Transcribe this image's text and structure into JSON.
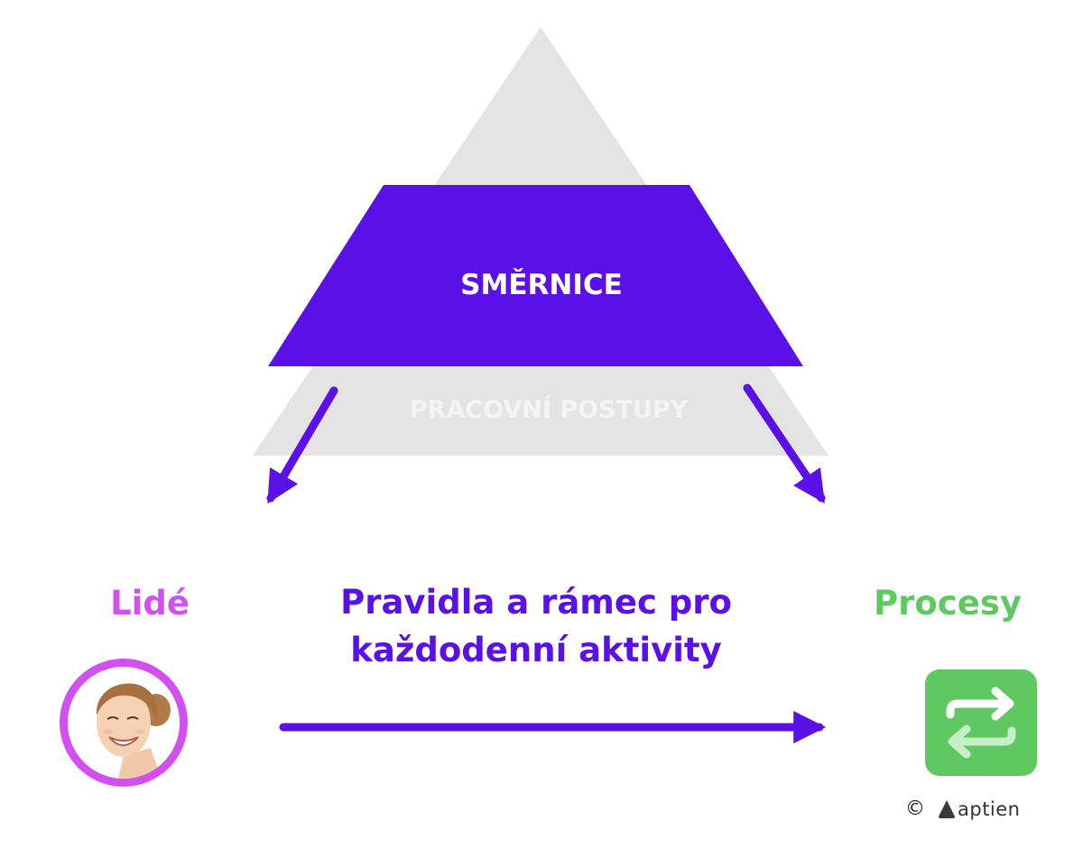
{
  "pyramid": {
    "top_label": "SMĚRNICE",
    "bottom_label": "PRACOVNÍ POSTUPY"
  },
  "people": {
    "label": "Lidé"
  },
  "processes": {
    "label": "Procesy"
  },
  "center": {
    "line1": "Pravidla a rámec pro",
    "line2": "každodenní aktivity"
  },
  "footer": {
    "copyright": "©",
    "brand": "aptien"
  },
  "icons": {
    "avatar": "person-photo",
    "process": "repeat-arrows-icon",
    "brand_logo": "aptien-logo-icon"
  },
  "colors": {
    "pyramid_gray": "#e4e4e4",
    "accent_purple": "#5a10e6",
    "people_magenta": "#d24ff0",
    "process_green": "#5fc861",
    "faded_text": "#f4f4f4"
  }
}
